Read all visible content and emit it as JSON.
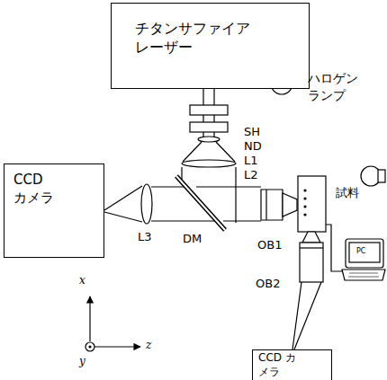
{
  "diagram": {
    "nodes": [
      {
        "text": [
          "チタンサファイア レーザー"
        ]
      },
      {
        "text": [
          "CCD カメラ"
        ]
      },
      {
        "text": [
          "CCD カメラ"
        ]
      }
    ],
    "labels": [
      "SH",
      "ND",
      "L1",
      "L2",
      "ハロゲン ランプ",
      "L3",
      "DM",
      "OB1",
      "試料",
      "OB2",
      "PC",
      "x",
      "y",
      "z"
    ]
  }
}
